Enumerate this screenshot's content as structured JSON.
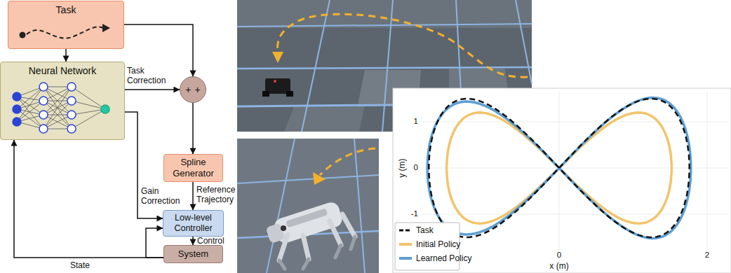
{
  "diagram": {
    "nodes": [
      {
        "text": [
          "Task"
        ]
      },
      {
        "text": [
          "Neural Network"
        ]
      },
      {
        "text": [
          "+",
          "+"
        ]
      },
      {
        "text": [
          "Spline Generator"
        ]
      },
      {
        "text": [
          "Low-level Controller"
        ]
      },
      {
        "text": [
          "System"
        ]
      }
    ],
    "edges": [
      {
        "from": 0,
        "to": 1,
        "arrow": "to"
      },
      {
        "from": 0,
        "to": 2,
        "arrow": "to"
      },
      {
        "from": 1,
        "to": 2,
        "label": "Task Correction",
        "arrow": "to"
      },
      {
        "from": 2,
        "to": 3,
        "arrow": "to"
      },
      {
        "from": 1,
        "to": 4,
        "label": "Gain Correction",
        "arrow": "to"
      },
      {
        "from": 3,
        "to": 4,
        "label": "Reference Trajectory",
        "arrow": "to"
      },
      {
        "from": 4,
        "to": 5,
        "label": "Control",
        "arrow": "to"
      },
      {
        "from": 5,
        "to": 1,
        "label": "State",
        "arrow": "to"
      },
      {
        "from": 5,
        "to": 4,
        "arrow": "to"
      }
    ],
    "labels": [
      "1",
      "0",
      "-1",
      "0",
      "2",
      "y (m)",
      "x (m)"
    ],
    "legend": [
      {
        "text": "Task"
      },
      {
        "text": "Initial Policy"
      },
      {
        "text": "Learned Policy"
      }
    ]
  }
}
